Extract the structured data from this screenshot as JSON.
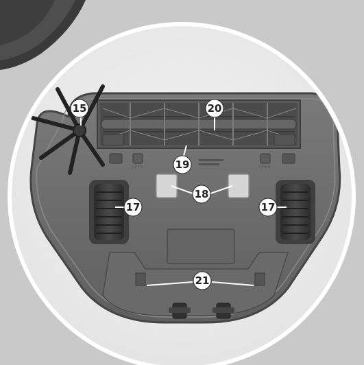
{
  "diagram": {
    "callouts": [
      {
        "id": "main-brush",
        "label": "20"
      },
      {
        "id": "side-brush",
        "label": "15"
      },
      {
        "id": "brush-cover",
        "label": "19"
      },
      {
        "id": "cliff-sensors",
        "label": "18"
      },
      {
        "id": "left-wheel",
        "label": "17"
      },
      {
        "id": "right-wheel",
        "label": "17"
      },
      {
        "id": "bumper-sensors",
        "label": "21"
      }
    ],
    "embossed": {
      "open_left": "OPEN",
      "open_right": "OPEN"
    },
    "colors": {
      "background": "#c9c9c9",
      "lens_fill": "#efefef",
      "lens_border": "#ffffff",
      "robot_body": "#6d6d6d",
      "robot_edge": "#4a4a4a",
      "callout_fill": "#ffffff",
      "callout_text": "#222222"
    }
  }
}
